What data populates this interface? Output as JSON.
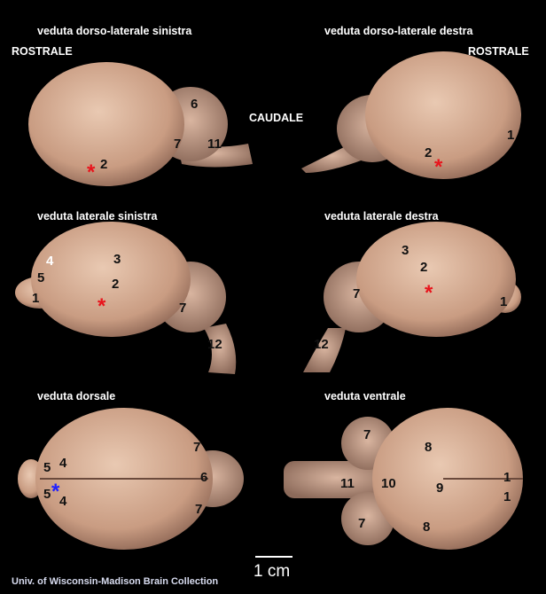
{
  "panels": [
    {
      "title": "veduta dorso-laterale sinistra",
      "labels": [
        "6",
        "7",
        "11",
        "2"
      ],
      "orientation": "ROSTRALE"
    },
    {
      "title": "veduta dorso-laterale destra",
      "labels": [
        "1",
        "2"
      ],
      "orientation": "ROSTRALE"
    },
    {
      "title": "veduta laterale sinistra",
      "labels": [
        "4",
        "3",
        "5",
        "2",
        "1",
        "7",
        "12"
      ]
    },
    {
      "title": "veduta laterale destra",
      "labels": [
        "3",
        "2",
        "7",
        "1",
        "12"
      ]
    },
    {
      "title": "veduta dorsale",
      "labels": [
        "7",
        "5",
        "4",
        "6",
        "5",
        "4",
        "7"
      ]
    },
    {
      "title": "veduta ventrale",
      "labels": [
        "7",
        "8",
        "1",
        "11",
        "10",
        "9",
        "1",
        "7",
        "8"
      ]
    }
  ],
  "caudale": "CAUDALE",
  "marker": "*",
  "colors": {
    "red_marker": "#e8141c",
    "blue_marker": "#2020ff",
    "tissue": "#d9b39a"
  },
  "scale_bar": "1 cm",
  "credit": "Univ. of Wisconsin-Madison Brain Collection"
}
